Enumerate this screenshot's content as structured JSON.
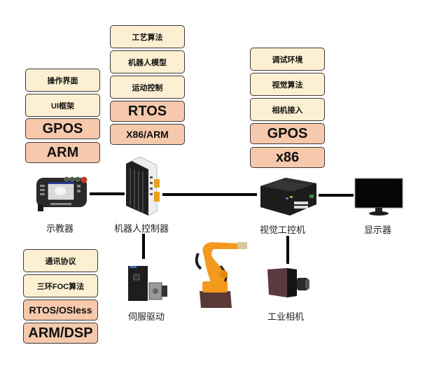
{
  "stacks": {
    "teach_pendant": {
      "software": [
        "操作界面",
        "UI框架"
      ],
      "os": "GPOS",
      "hardware": "ARM"
    },
    "robot_controller": {
      "software": [
        "工艺算法",
        "机器人模型",
        "运动控制"
      ],
      "os": "RTOS",
      "hardware": "X86/ARM"
    },
    "vision_ipc": {
      "software": [
        "调试环境",
        "视觉算法",
        "相机接入"
      ],
      "os": "GPOS",
      "hardware": "x86"
    },
    "servo_drive": {
      "software": [
        "通讯协议",
        "三环FOC算法"
      ],
      "os": "RTOS/OSless",
      "hardware": "ARM/DSP"
    }
  },
  "devices": {
    "teach_pendant": "示教器",
    "robot_controller": "机器人控制器",
    "vision_ipc": "视觉工控机",
    "monitor": "显示器",
    "servo_drive": "伺服驱动",
    "industrial_camera": "工业相机"
  },
  "colors": {
    "software_layer": "#fdf0d2",
    "os_hw_layer": "#f7c9ac",
    "robot_orange": "#f39a1e"
  }
}
